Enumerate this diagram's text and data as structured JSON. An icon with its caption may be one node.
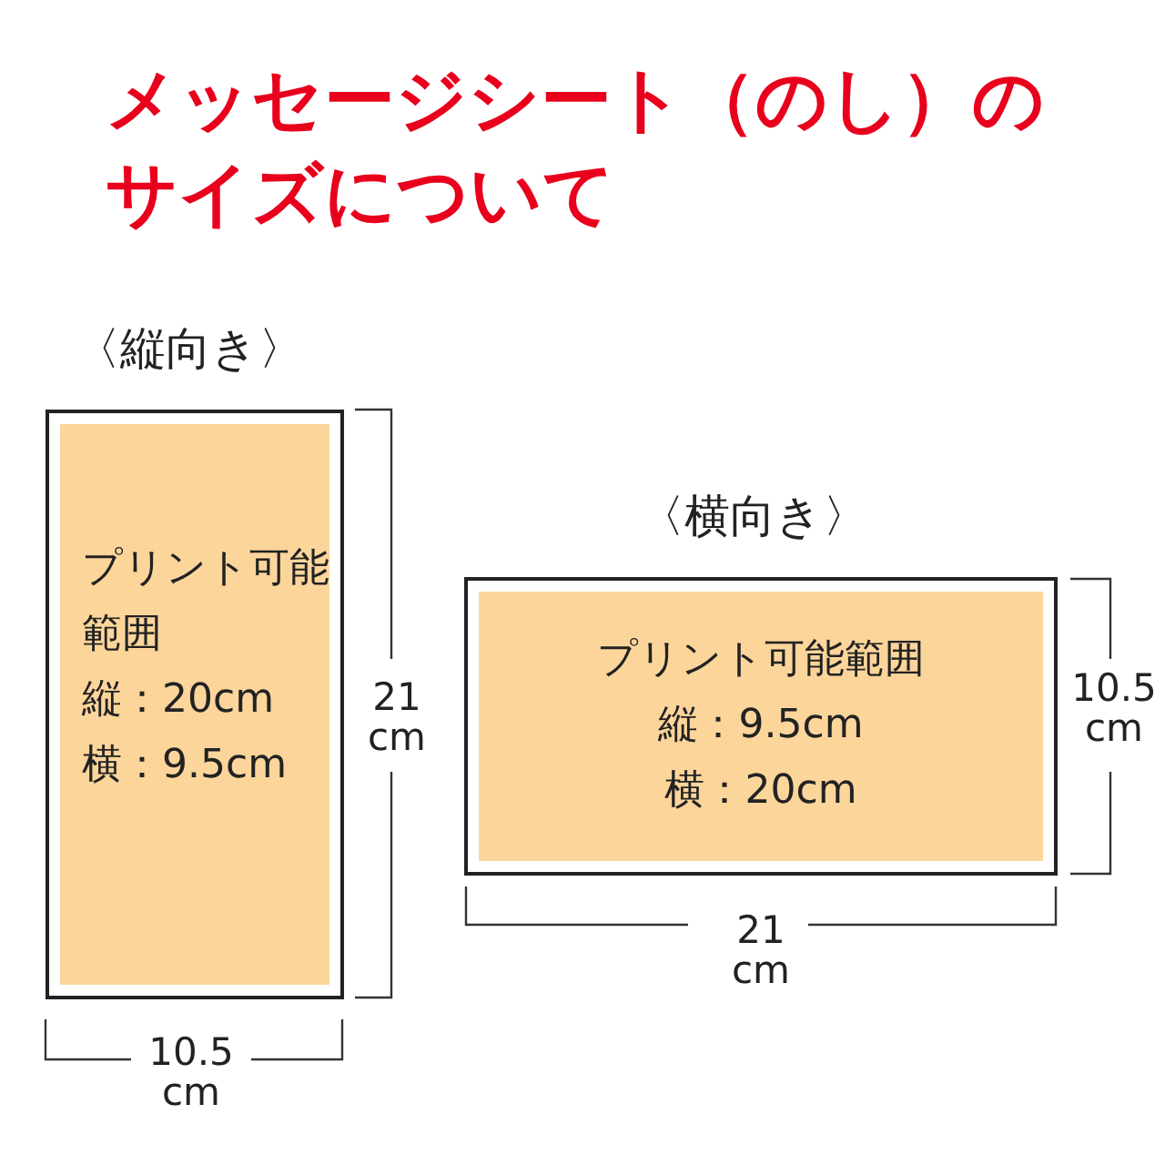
{
  "diagram": {
    "title": "メッセージシート（のし）のサイズについて",
    "nodes": [
      {
        "text": [
          "〈縦向き〉"
        ]
      },
      {
        "text": [
          "プリント可能範囲",
          "縦：20cm",
          "横：9.5cm"
        ],
        "in": 0
      },
      {
        "text": [
          "〈横向き〉"
        ]
      },
      {
        "text": [
          "プリント可能範囲",
          "縦：9.5cm",
          "横：20cm"
        ],
        "in": 2
      }
    ],
    "labels": [
      "21 cm",
      "10.5 cm",
      "10.5 cm",
      "21 cm"
    ]
  }
}
